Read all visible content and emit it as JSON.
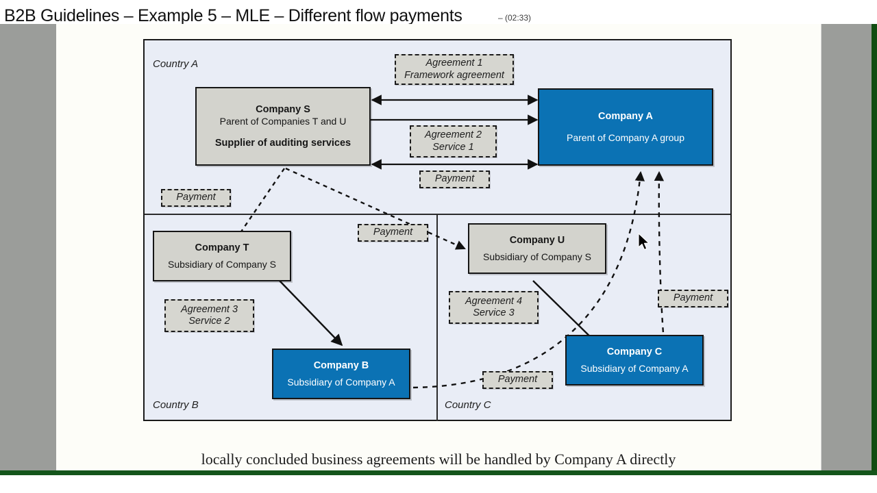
{
  "player": {
    "title": "B2B Guidelines – Example 5 – MLE – Different flow payments",
    "timestamp": "– (02:33)",
    "accent_green": "#14551b",
    "pane_gray": "#9b9d9a"
  },
  "slide": {
    "caption": "locally concluded business agreements will be handled by Company A directly",
    "background": "#fdfdf8"
  },
  "diagram": {
    "background": "#e9edf6",
    "box_gray": "#d3d3cd",
    "box_blue": "#0b72b4",
    "countries": [
      {
        "id": "country-a",
        "label": "Country A"
      },
      {
        "id": "country-b",
        "label": "Country B"
      },
      {
        "id": "country-c",
        "label": "Country C"
      }
    ],
    "boxes": [
      {
        "id": "company-s",
        "style": "gray",
        "title": "Company S",
        "sub": "Parent of Companies T and U",
        "strong": "Supplier of auditing services"
      },
      {
        "id": "company-a",
        "style": "blue",
        "title": "Company A",
        "sub": "Parent of Company A group",
        "strong": ""
      },
      {
        "id": "company-t",
        "style": "gray",
        "title": "Company T",
        "sub": "Subsidiary of Company S",
        "strong": ""
      },
      {
        "id": "company-u",
        "style": "gray",
        "title": "Company U",
        "sub": "Subsidiary of Company S",
        "strong": ""
      },
      {
        "id": "company-b",
        "style": "blue",
        "title": "Company B",
        "sub": "Subsidiary of Company A",
        "strong": ""
      },
      {
        "id": "company-c",
        "style": "blue",
        "title": "Company C",
        "sub": "Subsidiary of Company A",
        "strong": ""
      }
    ],
    "notes": [
      {
        "id": "agreement-1",
        "line1": "Agreement 1",
        "line2": "Framework agreement"
      },
      {
        "id": "agreement-2",
        "line1": "Agreement 2",
        "line2": "Service 1"
      },
      {
        "id": "payment-top",
        "line1": "Payment",
        "line2": ""
      },
      {
        "id": "payment-left",
        "line1": "Payment",
        "line2": ""
      },
      {
        "id": "payment-mid",
        "line1": "Payment",
        "line2": ""
      },
      {
        "id": "agreement-3",
        "line1": "Agreement 3",
        "line2": "Service 2"
      },
      {
        "id": "agreement-4",
        "line1": "Agreement 4",
        "line2": "Service 3"
      },
      {
        "id": "payment-right",
        "line1": "Payment",
        "line2": ""
      },
      {
        "id": "payment-bottom",
        "line1": "Payment",
        "line2": ""
      }
    ]
  }
}
